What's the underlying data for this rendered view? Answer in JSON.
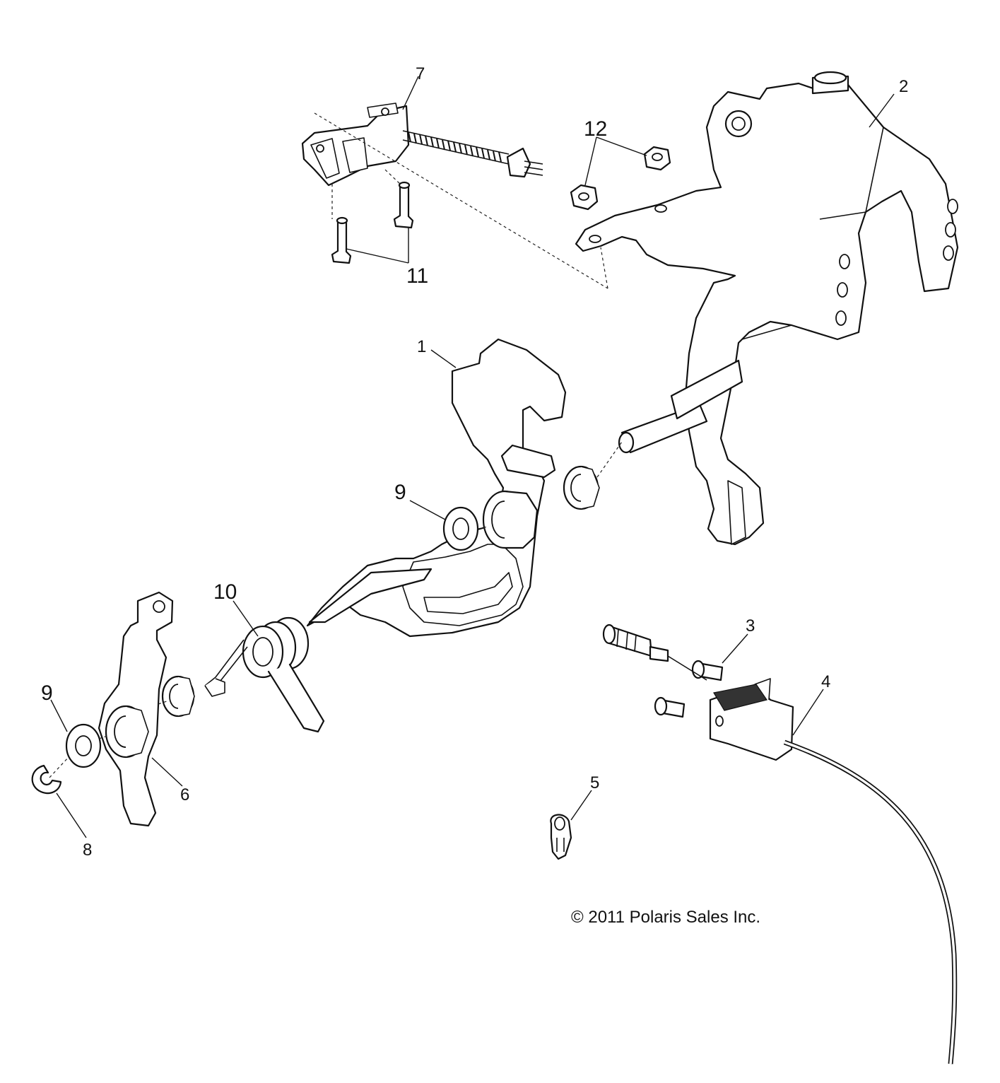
{
  "callouts": {
    "c1": "1",
    "c2": "2",
    "c3": "3",
    "c4": "4",
    "c5": "5",
    "c6": "6",
    "c7": "7",
    "c8": "8",
    "c9a": "9",
    "c9b": "9",
    "c10": "10",
    "c11": "11",
    "c12": "12"
  },
  "copyright": "© 2011 Polaris Sales Inc."
}
